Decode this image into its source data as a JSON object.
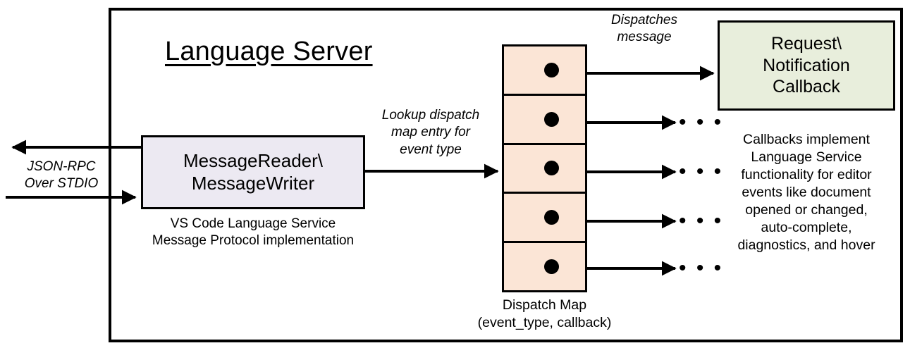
{
  "diagram": {
    "title": "Language Server",
    "frame_label": "language-server-boundary"
  },
  "external_io": {
    "label": "JSON-RPC\nOver STDIO",
    "outbound_arrow": "arrow-out-left",
    "inbound_arrow": "arrow-in-right"
  },
  "reader_node": {
    "title": "MessageReader\\\nMessageWriter",
    "caption": "VS Code Language Service\nMessage Protocol implementation",
    "fill": "#ECE9F2"
  },
  "lookup_edge": {
    "label": "Lookup dispatch\nmap entry for\nevent type"
  },
  "dispatch_map": {
    "caption": "Dispatch Map\n(event_type, callback)",
    "fill": "#FBE5D6",
    "rows": [
      {
        "index": 1,
        "marker": "callback-dot"
      },
      {
        "index": 2,
        "marker": "callback-dot"
      },
      {
        "index": 3,
        "marker": "callback-dot"
      },
      {
        "index": 4,
        "marker": "callback-dot"
      },
      {
        "index": 5,
        "marker": "callback-dot"
      }
    ]
  },
  "dispatch_edge": {
    "label": "Dispatches\nmessage"
  },
  "callback_node": {
    "title": "Request\\\nNotification\nCallback",
    "caption": "Callbacks implement\nLanguage Service\nfunctionality for editor\nevents like document\nopened or changed,\nauto-complete,\ndiagnostics, and hover",
    "fill": "#E8EEDC"
  },
  "ellipses": [
    {
      "index": 1,
      "text": "• • •"
    },
    {
      "index": 2,
      "text": "• • •"
    },
    {
      "index": 3,
      "text": "• • •"
    },
    {
      "index": 4,
      "text": "• • •"
    }
  ],
  "colors": {
    "stroke": "#000000",
    "background": "#FFFFFF"
  }
}
